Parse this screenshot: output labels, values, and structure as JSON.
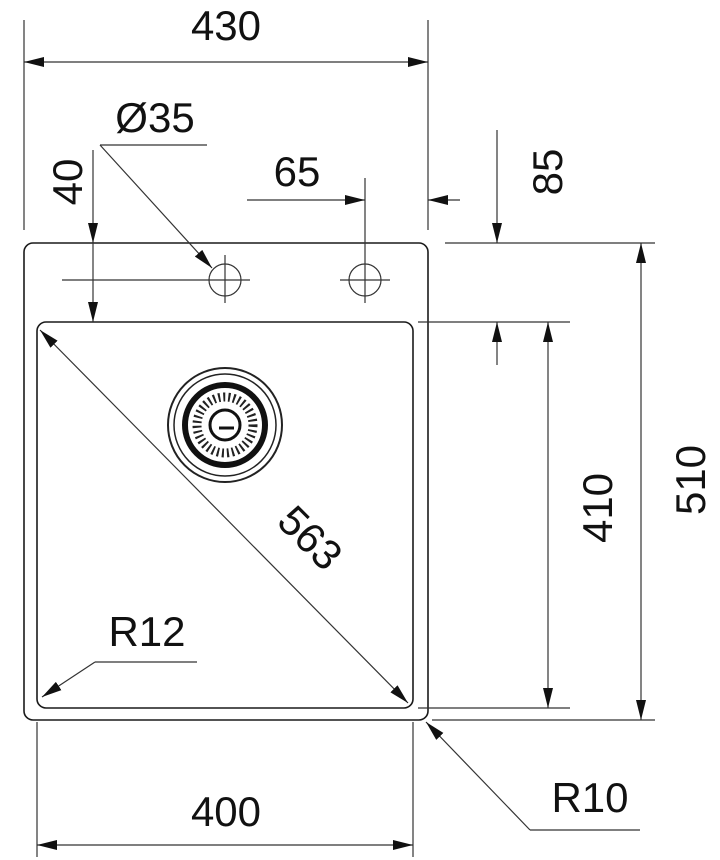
{
  "drawing": {
    "dimensions": {
      "overall_width": "430",
      "hole_diameter": "Ø35",
      "hole_offset_top": "40",
      "hole_spacing": "65",
      "bowl_offset_top": "85",
      "overall_depth": "510",
      "bowl_depth": "410",
      "bowl_diagonal": "563",
      "inner_radius": "R12",
      "outer_radius": "R10",
      "bowl_width": "400"
    },
    "colors": {
      "line": "#1a1a1a",
      "background": "#ffffff"
    }
  }
}
